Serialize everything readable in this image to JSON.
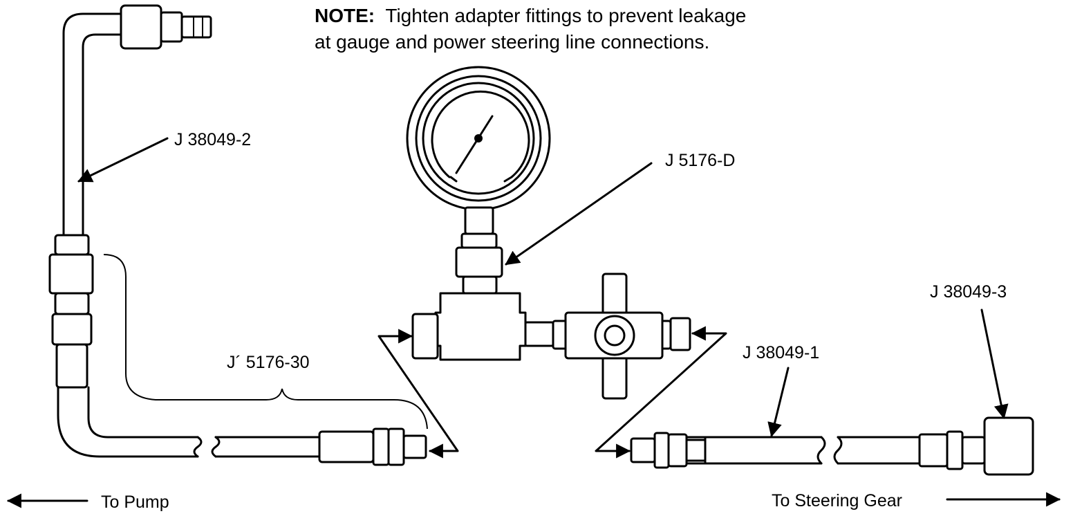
{
  "note": {
    "prefix": "NOTE:",
    "line1": "Tighten adapter fittings to prevent leakage",
    "line2": "at gauge and power steering line connections."
  },
  "labels": {
    "hose_upper": "J 38049-2",
    "gauge": "J 5176-D",
    "hose_pump": "J´ 5176-30",
    "hose_gear": "J 38049-1",
    "adapter": "J 38049-3"
  },
  "directions": {
    "to_pump": "To Pump",
    "to_gear": "To Steering Gear"
  }
}
